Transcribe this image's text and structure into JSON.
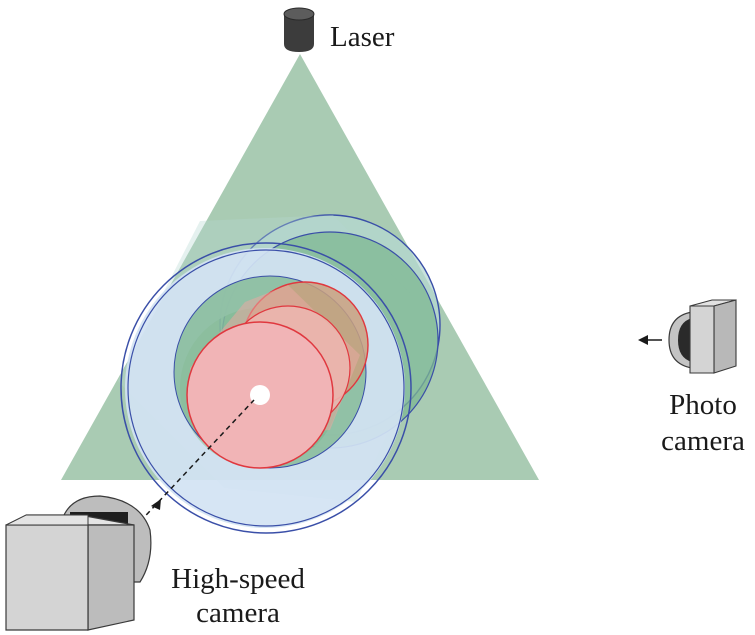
{
  "labels": {
    "laser": "Laser",
    "photo_camera_line1": "Photo",
    "photo_camera_line2": "camera",
    "high_speed_camera_line1": "High-speed",
    "high_speed_camera_line2": "camera"
  },
  "colors": {
    "laser_sheet": "#a9cbb3",
    "outer_tube_fill": "#d3e3f3",
    "outer_tube_stroke": "#3a4fa8",
    "green_disk": "#86bb99",
    "red_disk": "#f1b4b6",
    "red_stroke": "#e0383f",
    "camera_body": "#d4d4d4",
    "laser_body": "#3c3c3c"
  }
}
